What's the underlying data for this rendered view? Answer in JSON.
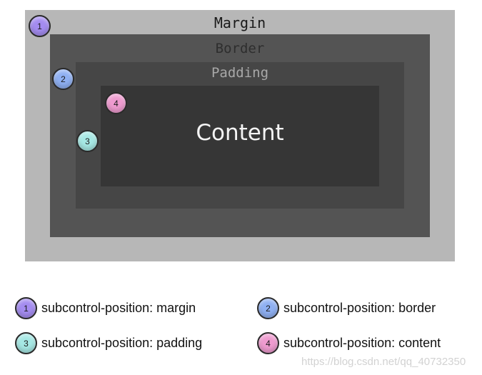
{
  "diagram": {
    "boxes": {
      "margin": "Margin",
      "border": "Border",
      "padding": "Padding",
      "content": "Content"
    },
    "markers": [
      {
        "number": "1",
        "color": "#a48cf0"
      },
      {
        "number": "2",
        "color": "#8fb0f2"
      },
      {
        "number": "3",
        "color": "#a6e8e4"
      },
      {
        "number": "4",
        "color": "#ee9bcf"
      }
    ]
  },
  "legend": [
    {
      "number": "1",
      "text": "subcontrol-position: margin",
      "color": "#a48cf0"
    },
    {
      "number": "2",
      "text": "subcontrol-position: border",
      "color": "#8fb0f2"
    },
    {
      "number": "3",
      "text": "subcontrol-position: padding",
      "color": "#a6e8e4"
    },
    {
      "number": "4",
      "text": "subcontrol-position: content",
      "color": "#ee9bcf"
    }
  ],
  "watermark": "https://blog.csdn.net/qq_40732350"
}
